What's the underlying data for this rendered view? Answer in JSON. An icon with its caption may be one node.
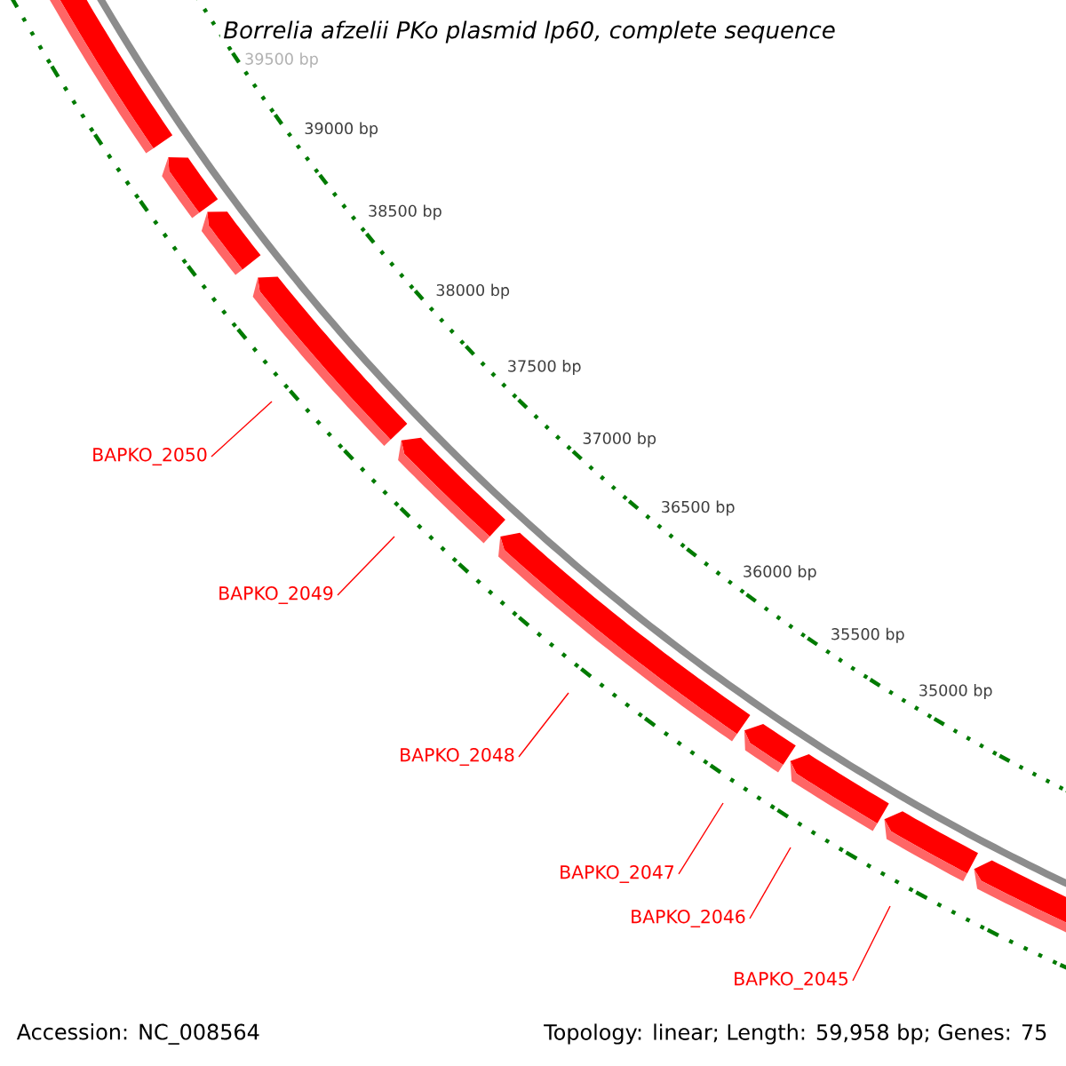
{
  "diagram": {
    "title": "Borrelia afzelii PKo plasmid lp60, complete sequence",
    "nodes": [
      {
        "text": [
          "BAPKO_2050"
        ]
      },
      {
        "text": [
          "BAPKO_2049"
        ]
      },
      {
        "text": [
          "BAPKO_2048"
        ]
      },
      {
        "text": [
          "BAPKO_2047"
        ]
      },
      {
        "text": [
          "BAPKO_2046"
        ]
      },
      {
        "text": [
          "BAPKO_2045"
        ]
      }
    ],
    "edges": [
      {
        "from": 0,
        "to": null,
        "arrow": "none"
      },
      {
        "from": 1,
        "to": null,
        "arrow": "none"
      },
      {
        "from": 2,
        "to": null,
        "arrow": "none"
      },
      {
        "from": 3,
        "to": null,
        "arrow": "none"
      },
      {
        "from": 4,
        "to": null,
        "arrow": "none"
      },
      {
        "from": 5,
        "to": null,
        "arrow": "none"
      }
    ],
    "labels": [
      "39500 bp",
      "39000 bp",
      "38500 bp",
      "38000 bp",
      "37500 bp",
      "37000 bp",
      "36500 bp",
      "36000 bp",
      "35500 bp",
      "35000 bp",
      "Accession: NC_008564",
      "Topology: linear; Length: 59,958 bp; Genes: 75"
    ]
  }
}
